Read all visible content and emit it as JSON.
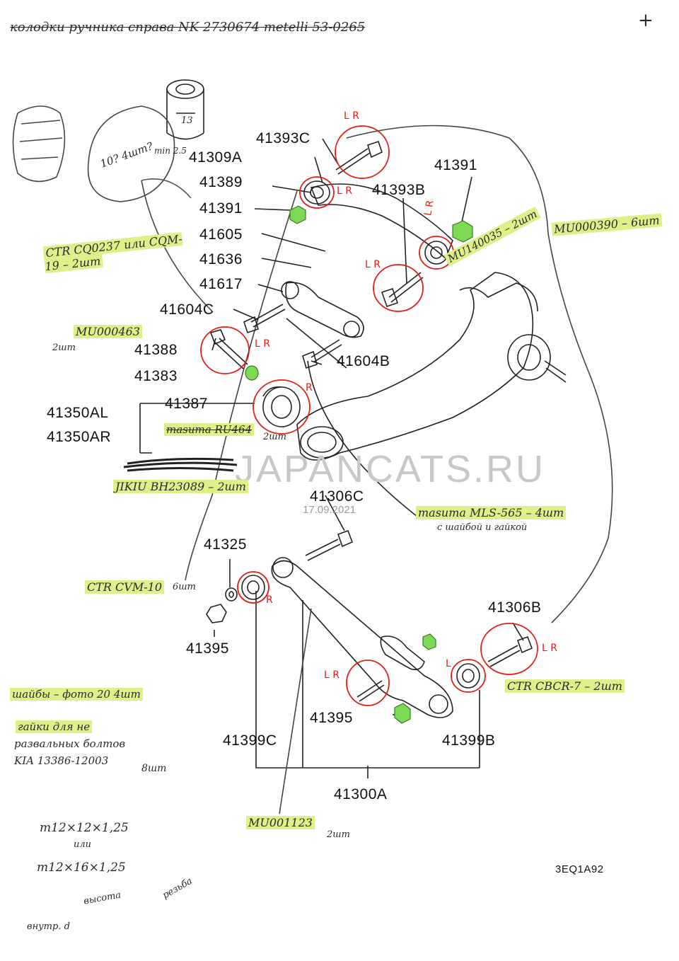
{
  "header_note": "колодки ручника справа NK 2730674 metelli 53-0265",
  "corner_mark": "+",
  "sketch": {
    "size_label": "13",
    "note_q": "10? 4шт?",
    "min_label": "min 2.5"
  },
  "parts": {
    "p41393C": "41393C",
    "p41309A": "41309A",
    "p41389": "41389",
    "p41391a": "41391",
    "p41391b": "41391",
    "p41605": "41605",
    "p41636": "41636",
    "p41617": "41617",
    "p41604C": "41604C",
    "p41393B": "41393B",
    "p41388": "41388",
    "p41383": "41383",
    "p41387": "41387",
    "p41350AL": "41350AL",
    "p41350AR": "41350AR",
    "p41604B": "41604B",
    "p41306C": "41306C",
    "p41325": "41325",
    "p41395a": "41395",
    "p41306B": "41306B",
    "p41395b": "41395",
    "p41399C": "41399C",
    "p41399B": "41399B",
    "p41300A": "41300A",
    "diagram_code": "3EQ1A92"
  },
  "watermark": {
    "site": "JAPANCATS.RU",
    "date": "17.09.2021"
  },
  "annotations": {
    "ctr_cq": "CTR CQ0237 или CQM-19 – 2шт",
    "mu140035": "MU140035 – 2шт",
    "mu000390": "MU000390 – 6шт",
    "mu000463": "MU000463",
    "mu000463_qty": "2шт",
    "masuma_ru464": "masuma RU464",
    "masuma_ru464_qty": "2шт",
    "jikiu": "JIKIU BH23089 – 2шт",
    "masuma_mls": "masuma MLS-565 – 4шт",
    "masuma_mls_sub": "с шайбой и гайкой",
    "ctr_cvm": "CTR CVM-10",
    "ctr_cvm_qty": "6шт",
    "ctr_cbcr": "CTR CBCR-7 – 2шт",
    "washers": "шайбы – фото 20 4шт",
    "nuts_line1": "гайки для не",
    "nuts_line2": "развальных болтов",
    "nuts_line3": "KIA 13386-12003",
    "nuts_qty": "8шт",
    "mu001123": "MU001123",
    "mu001123_qty": "2шт",
    "m12_line1": "m12×12×1,25",
    "m12_or": "или",
    "m12_line2": "m12×16×1,25",
    "m12_height": "высота",
    "m12_thread": "резьба",
    "m12_diam": "внутр. d"
  },
  "red_marks": {
    "lr1": "L R",
    "lr2": "L R",
    "lr3": "L R",
    "lr4": "L R",
    "lr5": "L R",
    "lr6": "L R",
    "lr7": "L R",
    "r1": "R",
    "r2": "R",
    "l1": "L"
  },
  "colors": {
    "highlight": "#dff08a",
    "red_circle": "#e0201a",
    "green_part": "#7ed957",
    "line": "#222222"
  }
}
